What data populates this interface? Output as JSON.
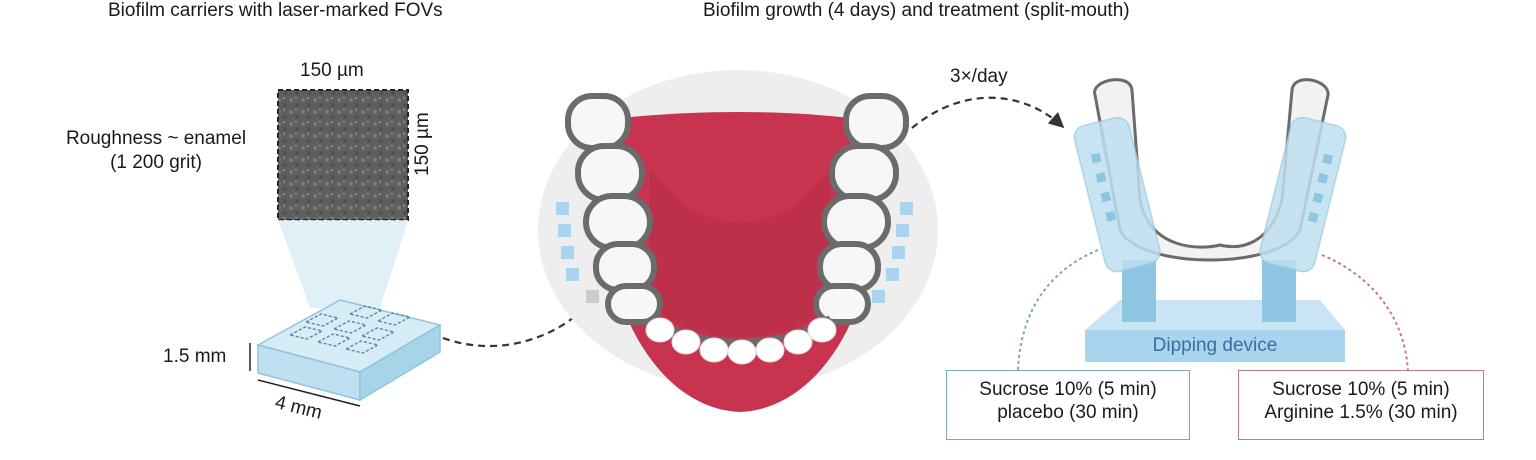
{
  "sections": {
    "left_title": "Biofilm carriers with laser-marked FOVs",
    "middle_title": "Biofilm growth (4 days) and treatment (split-mouth)"
  },
  "carrier": {
    "fov_width": "150 µm",
    "fov_height": "150 µm",
    "roughness_line1": "Roughness ~ enamel",
    "roughness_line2": "(1 200 grit)",
    "thickness": "1.5 mm",
    "length": "4 mm"
  },
  "frequency": "3×/day",
  "device_label": "Dipping device",
  "treatments": [
    {
      "line1": "Sucrose 10% (5 min)",
      "line2": "placebo (30 min)",
      "color": "#7aaab8"
    },
    {
      "line1": "Sucrose 10% (5 min)",
      "line2": "Arginine 1.5% (30 min)",
      "color": "#c47a8a"
    }
  ],
  "colors": {
    "gum": "#c8334f",
    "tooth_outline": "#6b6b6b",
    "carrier_blue": "#bfe0f0",
    "device_blue": "#a9d4ee"
  }
}
